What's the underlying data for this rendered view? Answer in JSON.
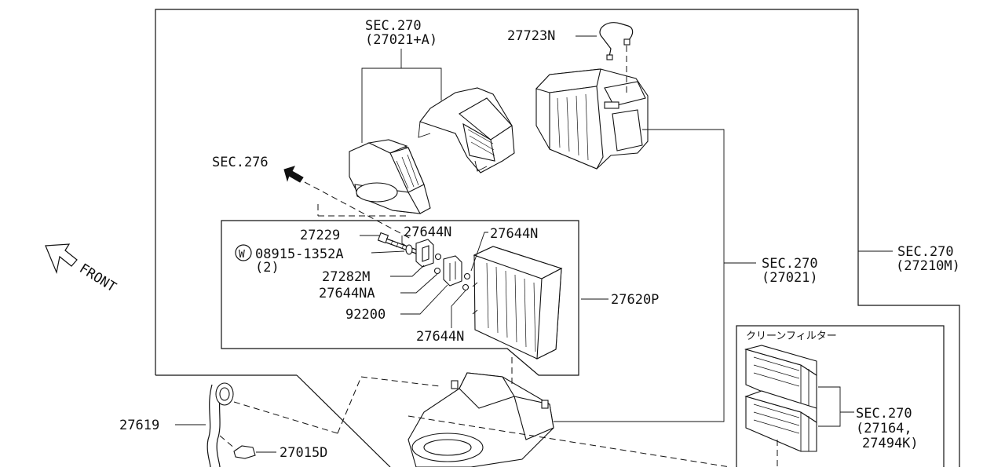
{
  "labels": {
    "sec270_top": "SEC.270",
    "sec270_top_sub": "(27021+A)",
    "p27723n": "27723N",
    "sec276": "SEC.276",
    "p27229": "27229",
    "p27644n_a": "27644N",
    "p27644n_b": "27644N",
    "w_mark": "W",
    "p08915": "08915-1352A",
    "qty2": "(2)",
    "p27282m": "27282M",
    "p27644na": "27644NA",
    "p92200": "92200",
    "p27644n_c": "27644N",
    "p27620p": "27620P",
    "sec270_mid": "SEC.270",
    "sec270_mid_sub": "(27021)",
    "sec270_right": "SEC.270",
    "sec270_right_sub": "(27210M)",
    "front": "FRONT",
    "filter_title": "クリーンフィルター",
    "sec270_filter": "SEC.270",
    "sec270_filter_sub1": "(27164,",
    "sec270_filter_sub2": "27494K)",
    "p27619": "27619",
    "p27015d": "27015D"
  },
  "icons": [
    "front-arrow-icon",
    "direction-arrow-icon",
    "washer-symbol-icon"
  ]
}
